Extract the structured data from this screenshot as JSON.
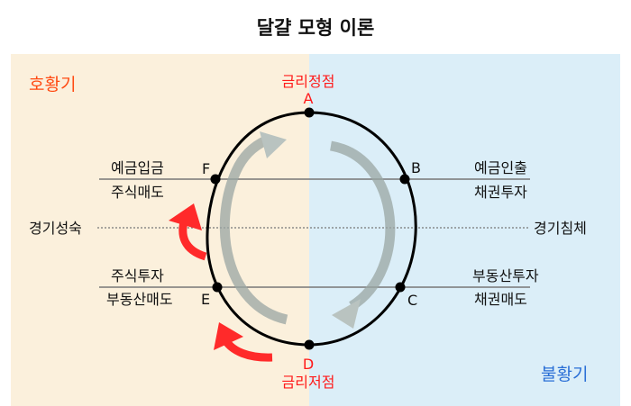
{
  "title": "달걀 모형 이론",
  "phases": {
    "boom": "호황기",
    "recession": "불황기"
  },
  "axis": {
    "growth": "경기성숙",
    "stagnation": "경기침체"
  },
  "points": {
    "A": {
      "letter": "A",
      "label": "금리정점"
    },
    "B": {
      "letter": "B",
      "line1": "예금인출",
      "line2": "채권투자"
    },
    "C": {
      "letter": "C",
      "line1": "부동산투자",
      "line2": "채권매도"
    },
    "D": {
      "letter": "D",
      "label": "금리저점"
    },
    "E": {
      "letter": "E",
      "line1": "주식투자",
      "line2": "부동산매도"
    },
    "F": {
      "letter": "F",
      "line1": "예금입금",
      "line2": "주식매도"
    }
  },
  "colors": {
    "boom_bg": "#fbf0dc",
    "recession_bg": "#dbeef8",
    "boom_text": "#ff4a12",
    "recession_text": "#2a6fd6",
    "red": "#ff1a1a",
    "arrow_red": "#ff2a2a",
    "arrow_grey": "#b9c3c0"
  }
}
